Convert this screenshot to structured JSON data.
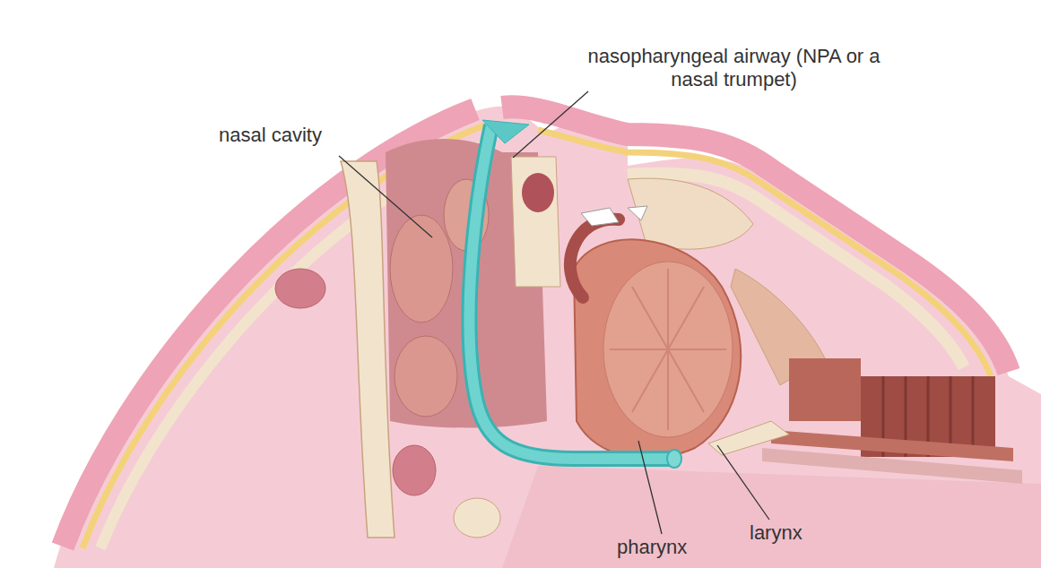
{
  "diagram": {
    "labels": [
      "nasopharyngeal airway (NPA or a nasal trumpet)",
      "nasal cavity",
      "pharynx",
      "larynx"
    ]
  }
}
